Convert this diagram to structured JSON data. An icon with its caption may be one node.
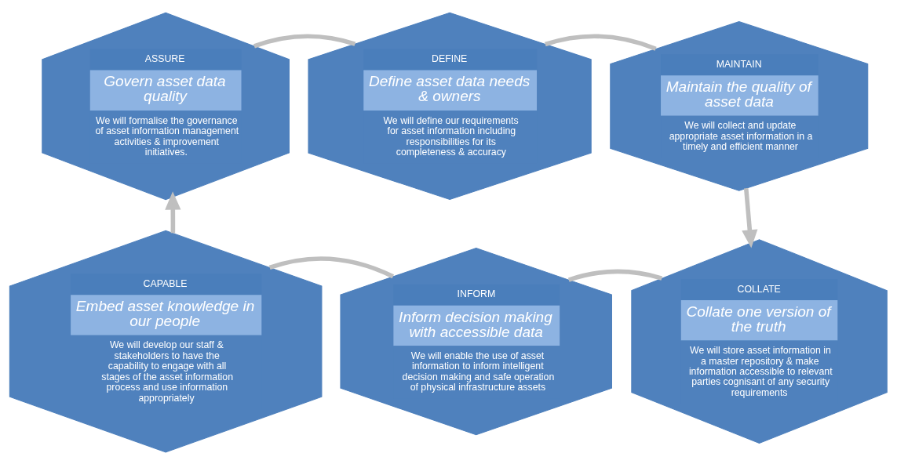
{
  "diagram": {
    "nodes": [
      {
        "text": [
          "ASSURE",
          "Govern asset data quality",
          "We will formalise the governance of asset information management activities & improvement initiatives."
        ]
      },
      {
        "text": [
          "DEFINE",
          "Define asset data needs & owners",
          "We will define our requirements for asset information including responsibilities for its completeness & accuracy"
        ]
      },
      {
        "text": [
          "MAINTAIN",
          "Maintain the quality of asset data",
          "We will collect and update appropriate asset information in a timely and efficient manner"
        ]
      },
      {
        "text": [
          "CAPABLE",
          "Embed asset knowledge in our people",
          "We will develop our staff & stakeholders to have the capability to engage with all stages of the asset information process and use information appropriately"
        ]
      },
      {
        "text": [
          "INFORM",
          "Inform decision making with accessible data",
          "We will enable the use of asset information to inform intelligent decision making and safe operation of physical infrastructure assets"
        ]
      },
      {
        "text": [
          "COLLATE",
          "Collate one version of the truth",
          "We will store asset information in a master repository & make information accessible to relevant parties cognisant of any security requirements"
        ]
      }
    ],
    "edges": [
      {
        "from": 0,
        "to": 1,
        "arrow": "none"
      },
      {
        "from": 1,
        "to": 2,
        "arrow": "none"
      },
      {
        "from": 2,
        "to": 5,
        "arrow": "to"
      },
      {
        "from": 5,
        "to": 4,
        "arrow": "none"
      },
      {
        "from": 4,
        "to": 3,
        "arrow": "none"
      },
      {
        "from": 3,
        "to": 0,
        "arrow": "to"
      }
    ]
  }
}
